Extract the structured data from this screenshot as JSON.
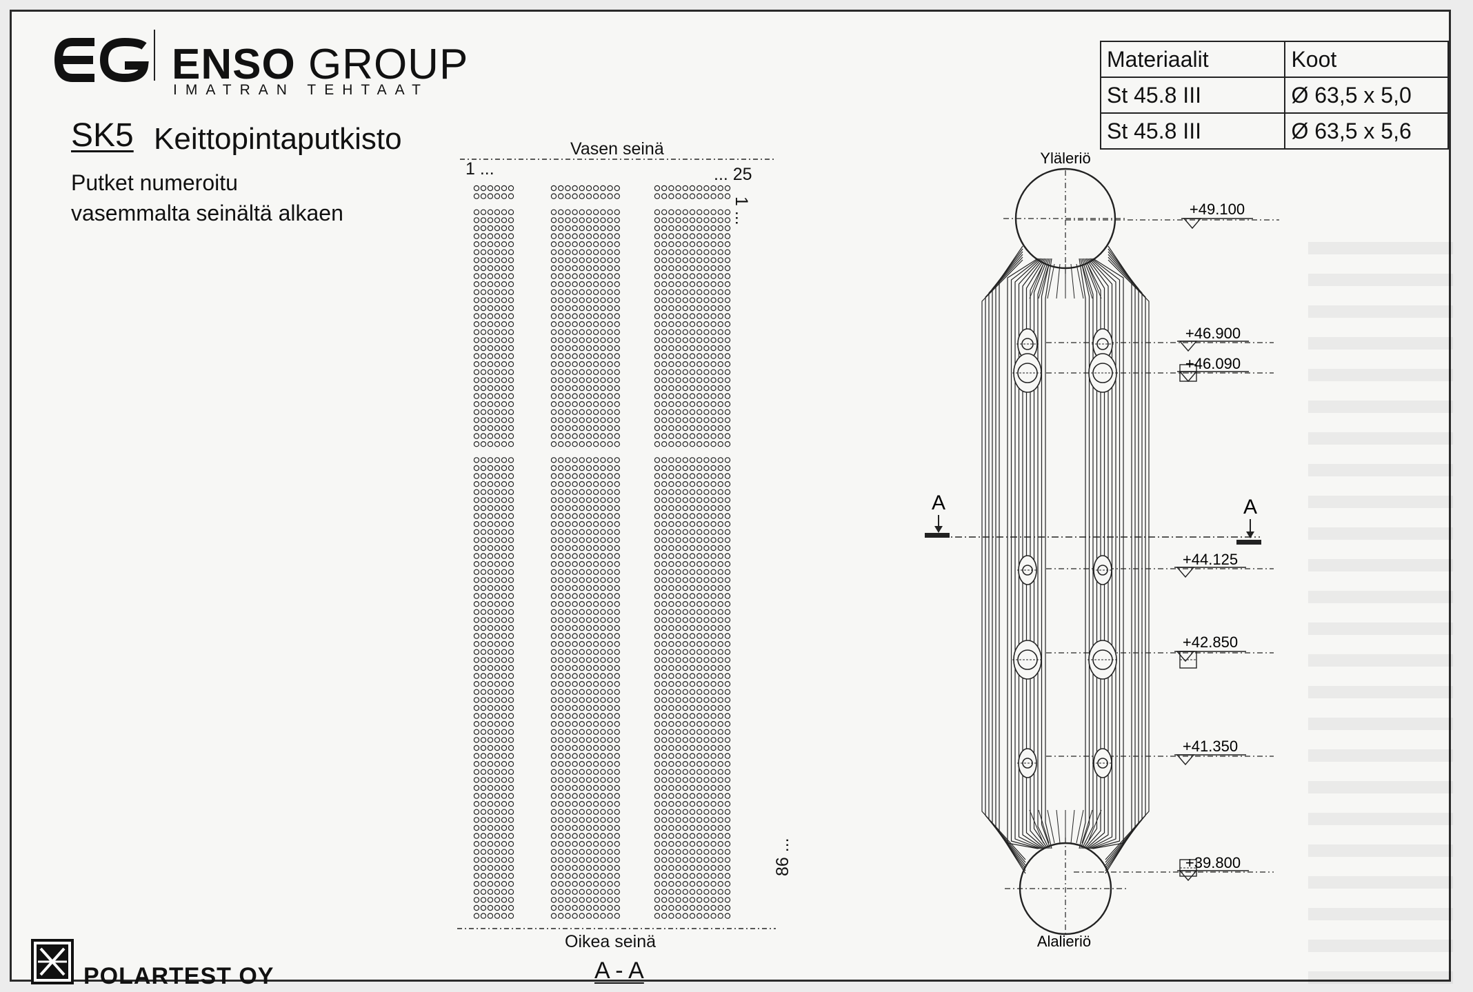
{
  "company": {
    "logo_mark_text": "EG",
    "brand_bold": "ENSO",
    "brand_light": "GROUP",
    "subtitle": "IMATRAN TEHTAAT"
  },
  "drawing": {
    "code": "SK5",
    "title": "Keittopintaputkisto",
    "note_line_1": "Putket numeroitu",
    "note_line_2": "vasemmalta seinältä alkaen"
  },
  "materials_table": {
    "headers": [
      "Materiaalit",
      "Koot"
    ],
    "rows": [
      [
        "St 45.8 III",
        "Ø 63,5 x 5,0"
      ],
      [
        "St 45.8 III",
        "Ø 63,5 x 5,6"
      ]
    ]
  },
  "tube_section": {
    "top_label": "Vasen seinä",
    "bottom_label": "Oikea seinä",
    "start_label": "1 ...",
    "end_label": "... 25",
    "right_top_label": "1 ...",
    "right_bottom_label": "86 ...",
    "section_label": "A - A"
  },
  "elevation": {
    "upper_drum": "Yläleriö",
    "lower_drum": "Alalieriö",
    "section_mark_left": "A",
    "section_mark_right": "A",
    "levels": [
      "+49.100",
      "+46.900",
      "+46.090",
      "+44.125",
      "+42.850",
      "+41.350",
      "+39.800"
    ]
  },
  "footer": {
    "company": "POLARTEST OY"
  },
  "colors": {
    "ink": "#111111",
    "paper": "#f7f7f5",
    "background": "#ececec"
  },
  "icons": [
    "enso-group-logo-icon",
    "polartest-logo-icon"
  ]
}
